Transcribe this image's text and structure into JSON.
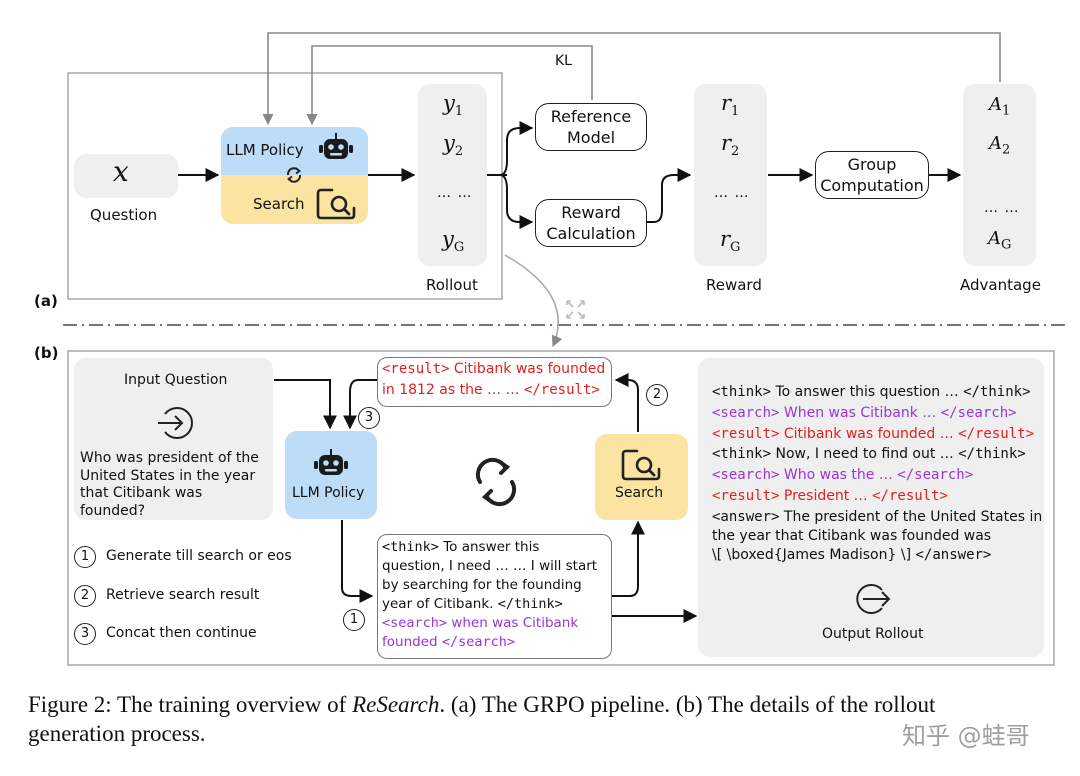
{
  "panel_a": {
    "label": "(a)",
    "question_symbol": "x",
    "question_label": "Question",
    "llm_policy_label": "LLM Policy",
    "search_label": "Search",
    "rollout": {
      "items": [
        "y",
        "y",
        "… …",
        "y"
      ],
      "subs": [
        "1",
        "2",
        "",
        "G"
      ],
      "label": "Rollout"
    },
    "reference_model": "Reference Model",
    "reward_calculation": "Reward Calculation",
    "kl_label": "KL",
    "reward": {
      "items": [
        "r",
        "r",
        "… …",
        "r"
      ],
      "subs": [
        "1",
        "2",
        "",
        "G"
      ],
      "label": "Reward"
    },
    "group_computation": "Group Computation",
    "advantage": {
      "items": [
        "A",
        "A",
        "… …",
        "A"
      ],
      "subs": [
        "1",
        "2",
        "",
        "G"
      ],
      "label": "Advantage"
    }
  },
  "panel_b": {
    "label": "(b)",
    "input_question_title": "Input Question",
    "input_question_text": "Who was president of the United States in the year that Citibank was founded?",
    "llm_policy_label": "LLM Policy",
    "search_label": "Search",
    "steps": [
      {
        "num": "1",
        "text": "Generate till search or eos"
      },
      {
        "num": "2",
        "text": "Retrieve search result"
      },
      {
        "num": "3",
        "text": "Concat then continue"
      }
    ],
    "result_box": {
      "tag_open": "<result>",
      "line1": "Citibank was founded",
      "line2": "in 1812 as the … …",
      "tag_close": "</result>"
    },
    "think_box": {
      "think_open": "<think>",
      "think_text1": "To answer this",
      "think_text2": "question, I need … … I will start",
      "think_text3": "by searching for the founding",
      "think_text4": "year of Citibank.",
      "think_close": "</think>",
      "search_open": "<search>",
      "search_text1": "when was Citibank",
      "search_text2": "founded",
      "search_close": "</search>"
    },
    "output": {
      "l1a": "<think>",
      "l1b": "To answer this question …",
      "l1c": "</think>",
      "l2a": "<search>",
      "l2b": "When was Citibank …",
      "l2c": "</search>",
      "l3a": "<result>",
      "l3b": "Citibank was founded …",
      "l3c": "</result>",
      "l4a": "<think>",
      "l4b": "Now, I need to find out …",
      "l4c": "</think>",
      "l5a": "<search>",
      "l5b": "Who was the …",
      "l5c": "</search>",
      "l6a": "<result>",
      "l6b": "President …",
      "l6c": "</result>",
      "l7a": "<answer>",
      "l7b": "The president of the United States in",
      "l8": "the year that Citibank was founded was",
      "l9a": "\\[ \\boxed{James Madison} \\]",
      "l9b": "</answer>",
      "label": "Output Rollout"
    }
  },
  "caption": {
    "prefix": "Figure 2: The training overview of ",
    "name": "ReSearch",
    "rest1": ". (a) The GRPO pipeline. (b) The details of the rollout",
    "rest2": "generation process."
  },
  "watermark": "知乎 @蛙哥",
  "colors": {
    "blue": "#bcdcf7",
    "yellow": "#fbe3a2",
    "gray": "#efefef",
    "red": "#e02020",
    "purple": "#9a35d4"
  }
}
